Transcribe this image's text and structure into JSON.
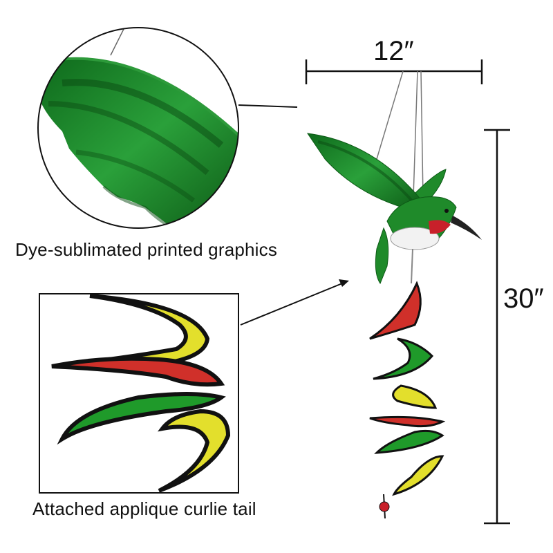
{
  "dimensions": {
    "width": "12″",
    "height": "30″"
  },
  "callouts": {
    "wings": "Dye-sublimated printed graphics",
    "tail": "Attached applique curlie tail"
  },
  "colors": {
    "green": "#1f8a2a",
    "dark_green": "#0d5a16",
    "yellow": "#e3df2c",
    "red": "#d0302a",
    "outline": "#111111"
  }
}
